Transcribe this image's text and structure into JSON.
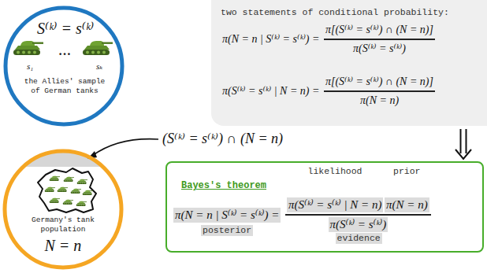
{
  "diagram": {
    "nodes": [
      {
        "text": [
          "S⁽ᵏ⁾ = s⁽ᵏ⁾",
          "s₁",
          "…",
          "sₖ",
          "the Allies' sample of German tanks"
        ]
      },
      {
        "text": [
          "Germany's tank population",
          "N = n"
        ]
      },
      {
        "text": [
          "two statements of conditional probability:",
          "π(N = n | S⁽ᵏ⁾ = s⁽ᵏ⁾) =",
          "π[(S⁽ᵏ⁾ = s⁽ᵏ⁾) ∩ (N = n)]",
          "π(S⁽ᵏ⁾ = s⁽ᵏ⁾)",
          "π(S⁽ᵏ⁾ = s⁽ᵏ⁾ | N = n) =",
          "π[(S⁽ᵏ⁾ = s⁽ᵏ⁾) ∩ (N = n)]",
          "π(N = n)"
        ]
      },
      {
        "text": [
          "Bayes's theorem",
          "likelihood",
          "prior",
          "π(N = n | S⁽ᵏ⁾ = s⁽ᵏ⁾) =",
          "π(S⁽ᵏ⁾ = s⁽ᵏ⁾ | N = n)",
          "π(N = n)",
          "π(S⁽ᵏ⁾ = s⁽ᵏ⁾)",
          "posterior",
          "evidence"
        ]
      }
    ],
    "edges": [
      {
        "from": 2,
        "to": 3,
        "arrow": "to"
      }
    ],
    "labels": [
      "(S⁽ᵏ⁾ = s⁽ᵏ⁾) ∩ (N = n)"
    ]
  }
}
